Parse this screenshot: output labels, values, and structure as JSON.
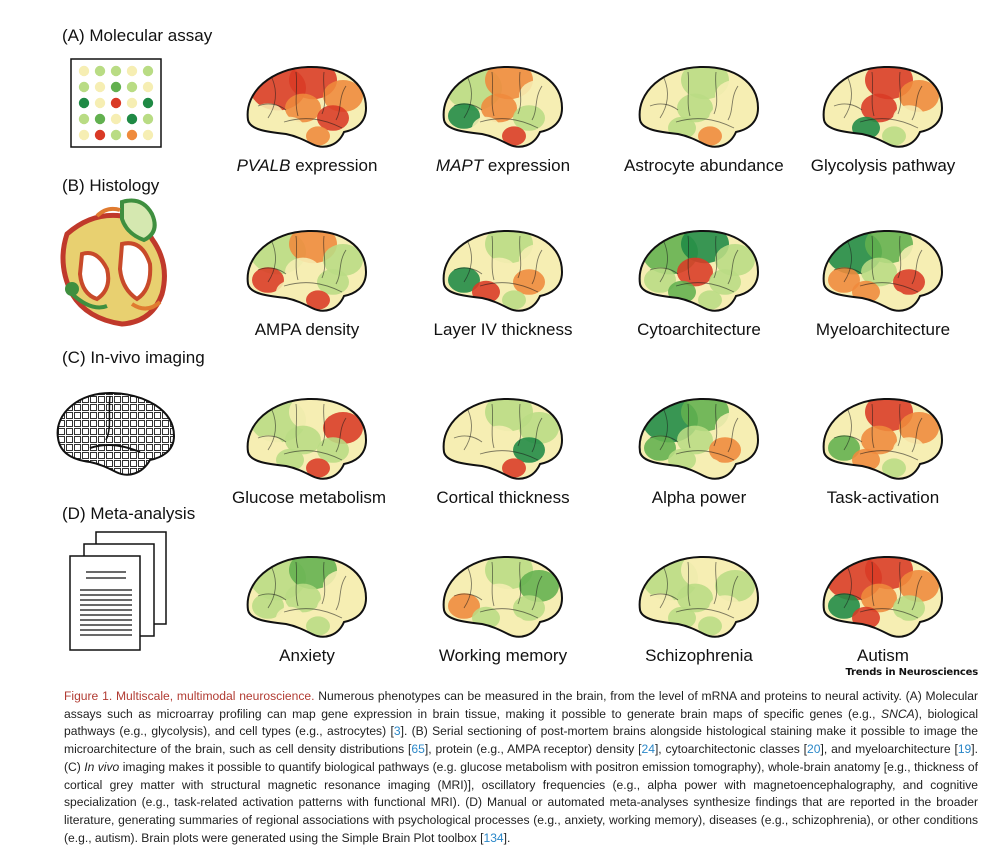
{
  "sections": [
    {
      "label": "(A) Molecular assay"
    },
    {
      "label": "(B) Histology"
    },
    {
      "label": "(C) In-vivo imaging"
    },
    {
      "label": "(D) Meta-analysis"
    }
  ],
  "rows": [
    [
      {
        "pre": "",
        "italic": "PVALB",
        "post": " expression"
      },
      {
        "pre": "",
        "italic": "MAPT",
        "post": " expression"
      },
      {
        "pre": "Astrocyte abundance",
        "italic": "",
        "post": ""
      },
      {
        "pre": "Glycolysis pathway",
        "italic": "",
        "post": ""
      }
    ],
    [
      {
        "pre": "AMPA density",
        "italic": "",
        "post": ""
      },
      {
        "pre": "Layer IV thickness",
        "italic": "",
        "post": ""
      },
      {
        "pre": "Cytoarchitecture",
        "italic": "",
        "post": ""
      },
      {
        "pre": "Myeloarchitecture",
        "italic": "",
        "post": ""
      }
    ],
    [
      {
        "pre": "Glucose metabolism",
        "italic": "",
        "post": ""
      },
      {
        "pre": "Cortical thickness",
        "italic": "",
        "post": ""
      },
      {
        "pre": "Alpha power",
        "italic": "",
        "post": ""
      },
      {
        "pre": "Task-activation",
        "italic": "",
        "post": ""
      }
    ],
    [
      {
        "pre": "Anxiety",
        "italic": "",
        "post": ""
      },
      {
        "pre": "Working memory",
        "italic": "",
        "post": ""
      },
      {
        "pre": "Schizophrenia",
        "italic": "",
        "post": ""
      },
      {
        "pre": "Autism",
        "italic": "",
        "post": ""
      }
    ]
  ],
  "journal_mark": "Trends in Neurosciences",
  "caption": {
    "title": "Figure 1. Multiscale, multimodal neuroscience.",
    "s1": " Numerous phenotypes can be measured in the brain, from the level of mRNA and proteins to neural activity. (A) Molecular assays such as microarray profiling can map gene expression in brain tissue, making it possible to generate brain maps of specific genes (e.g., ",
    "s1_it": "SNCA",
    "s2": "), biological pathways (e.g., glycolysis), and cell types (e.g., astrocytes) [",
    "r1": "3",
    "s3": "]. (B) Serial sectioning of post-mortem brains alongside histological staining make it possible to image the microarchitecture of the brain, such as cell density distributions [",
    "r2": "65",
    "s4": "], protein (e.g., AMPA receptor) density [",
    "r3": "24",
    "s5": "], cytoarchitectonic classes [",
    "r4": "20",
    "s6": "], and myeloarchitecture [",
    "r5": "19",
    "s7": "]. (C) ",
    "s7_it": "In vivo",
    "s8": " imaging makes it possible to quantify biological pathways (e.g. glucose metabolism with positron emission tomography), whole-brain anatomy [e.g., thickness of cortical grey matter with structural magnetic resonance imaging (MRI)], oscillatory frequencies (e.g., alpha power with magnetoencephalography, and cognitive specialization (e.g., task-related activation patterns with functional MRI). (D) Manual or automated meta-analyses synthesize findings that are reported in the broader literature, generating summaries of regional associations with psychological processes (e.g., anxiety, working memory), diseases (e.g., schizophrenia), or other conditions (e.g., autism). Brain plots were generated using the Simple Brain Plot toolbox [",
    "r6": "134",
    "s9": "]."
  },
  "colors": {
    "red": "#d93a26",
    "orange": "#ef8a3c",
    "cream": "#f6eeb3",
    "lightgreen": "#b9dc84",
    "green": "#62b04f",
    "darkgreen": "#1f8a45",
    "caption_title": "#b13b32",
    "ref_link": "#2a87c8"
  }
}
